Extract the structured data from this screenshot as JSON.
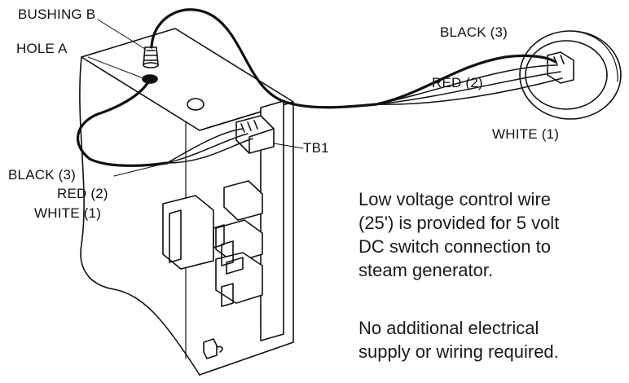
{
  "labels": {
    "bushing_b": "BUSHING B",
    "hole_a": "HOLE A",
    "tb1": "TB1",
    "switch_black": "BLACK (3)",
    "switch_red": "RED (2)",
    "switch_white": "WHITE (1)",
    "board_black": "BLACK (3)",
    "board_red": "RED (2)",
    "board_white": "WHITE (1)"
  },
  "notes": {
    "control_wire": [
      "Low voltage control wire",
      "(25') is provided for 5 volt",
      "DC switch connection to",
      "steam generator."
    ],
    "no_supply": [
      "No additional electrical",
      "supply or wiring required."
    ]
  },
  "colors": {
    "ink": "#111111",
    "background": "#ffffff"
  }
}
